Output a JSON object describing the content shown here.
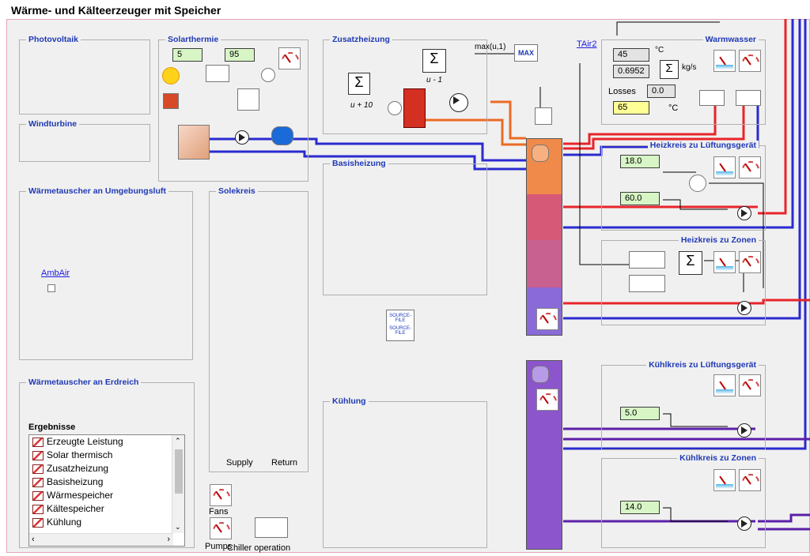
{
  "title": "Wärme- und Kälteerzeuger mit Speicher",
  "groups": {
    "photovoltaik": "Photovoltaik",
    "windturbine": "Windturbine",
    "solarthermie": "Solarthermie",
    "zusatzheizung": "Zusatzheizung",
    "warmwasser": "Warmwasser",
    "umgebungsluft": "Wärmetauscher an Umgebungsluft",
    "solekreis": "Solekreis",
    "basisheizung": "Basisheizung",
    "heizkreis_lueftung": "Heizkreis zu Lüftungsgerät",
    "heizkreis_zonen": "Heizkreis zu Zonen",
    "erdreich": "Wärmetauscher an Erdreich",
    "ergebnisse": "Ergebnisse",
    "kuehlung": "Kühlung",
    "kuehlkreis_lueftung": "Kühlkreis zu Lüftungsgerät",
    "kuehlkreis_zonen": "Kühlkreis zu Zonen"
  },
  "values": {
    "solar_a": "5",
    "solar_b": "95",
    "ww_temp": "45",
    "ww_flow": "0.6952",
    "ww_losses": "0.0",
    "ww_set": "65",
    "hk_lueft_a": "18.0",
    "hk_lueft_b": "60.0",
    "kk_lueft": "5.0",
    "kk_zonen": "14.0"
  },
  "labels": {
    "deg_c_1": "°C",
    "kgs": "kg/s",
    "losses": "Losses",
    "deg_c_2": "°C",
    "max_u1": "max(u,1)",
    "max": "MAX",
    "u_minus_1": "u - 1",
    "u_plus_10": "u + 10",
    "tair2": "TAir2",
    "ambair": "AmbAir",
    "supply": "Supply",
    "return": "Return",
    "fans": "Fans",
    "pumps": "Pumps",
    "chiller": "Chiller operation",
    "source_file_1": "SOURCE-FILE",
    "source_file_2": "SOURCE-FILE"
  },
  "results_items": [
    "Erzeugte Leistung",
    "Solar thermisch",
    "Zusatzheizung",
    "Basisheizung",
    "Wärmespeicher",
    "Kältespeicher",
    "Kühlung"
  ],
  "colors": {
    "hot": "#e8242a",
    "cold": "#2a2ad0",
    "purple": "#5b1fa8",
    "tank_orange": "#f08a4a",
    "tank_pink": "#d65a78",
    "tank_mauve": "#c86090",
    "tank_violet": "#8a6ad8",
    "chiller_tank": "#8c55cc",
    "group_label": "#1f39b5"
  }
}
